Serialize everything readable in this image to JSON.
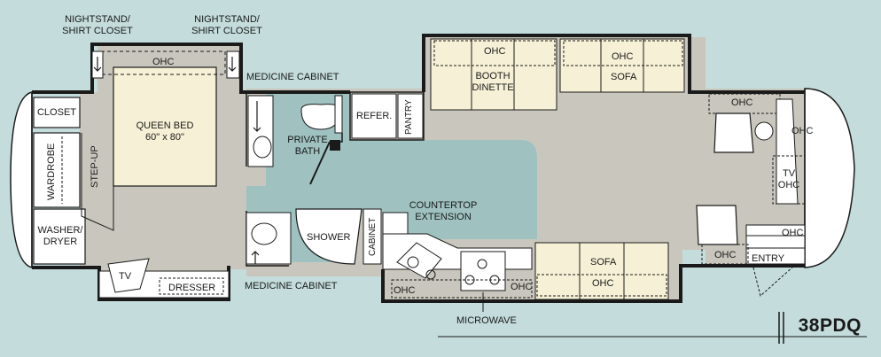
{
  "model": "38PDQ",
  "colors": {
    "background": "#c4dcdc",
    "floor": "#c9c7bd",
    "bath_floor": "#9fc2c0",
    "furniture": "#f6f1d6",
    "wall": "#1a1a1a",
    "fixture": "#ffffff"
  },
  "labels": {
    "nightstand_left": [
      "NIGHTSTAND/",
      "SHIRT CLOSET"
    ],
    "nightstand_right": [
      "NIGHTSTAND/",
      "SHIRT CLOSET"
    ],
    "medicine_cabinet_top": "MEDICINE CABINET",
    "medicine_cabinet_bottom": "MEDICINE CABINET",
    "closet": "CLOSET",
    "wardrobe": "WARDROBE",
    "step_up": "STEP-UP",
    "washer_dryer": [
      "WASHER/",
      "DRYER"
    ],
    "tv_bedroom": "TV",
    "dresser": "DRESSER",
    "bed_ohc": "OHC",
    "queen_bed": [
      "QUEEN BED",
      "60\" x 80\""
    ],
    "private_bath": [
      "PRIVATE",
      "BATH"
    ],
    "shower": "SHOWER",
    "refer": "REFER.",
    "pantry": "PANTRY",
    "cabinet": "CABINET",
    "countertop_extension": [
      "COUNTERTOP",
      "EXTENSION"
    ],
    "booth_ohc": "OHC",
    "booth_dinette": [
      "BOOTH",
      "DINETTE"
    ],
    "sofa_top_ohc": "OHC",
    "sofa_top": "SOFA",
    "sofa_bottom": "SOFA",
    "sofa_bottom_ohc": "OHC",
    "galley_ohc_left": "OHC",
    "galley_ohc_right": "OHC",
    "microwave": "MICROWAVE",
    "cab_ohc_top": "OHC",
    "cab_ohc_right": "OHC",
    "tv_ohc": [
      "TV",
      "OHC"
    ],
    "entry_ohc": "OHC",
    "entry_ohc_left": "OHC",
    "entry": "ENTRY"
  }
}
